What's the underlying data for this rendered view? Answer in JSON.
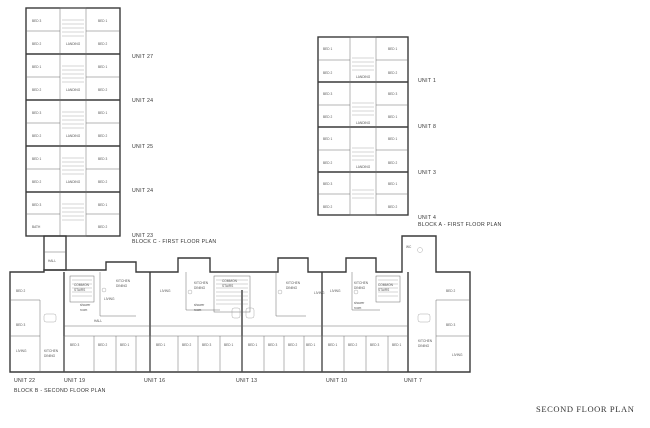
{
  "drawing_title": "SECOND FLOOR PLAN",
  "blocks": {
    "c": {
      "caption": "BLOCK C - FIRST FLOOR PLAN",
      "units": [
        "UNIT 27",
        "UNIT 24",
        "UNIT 25",
        "UNIT 24",
        "UNIT 23"
      ]
    },
    "a": {
      "caption": "BLOCK A - FIRST FLOOR PLAN",
      "units": [
        "UNIT 1",
        "UNIT 8",
        "UNIT 3",
        "UNIT 4"
      ]
    },
    "b": {
      "caption": "BLOCK B - SECOND FLOOR PLAN",
      "units": [
        "UNIT 22",
        "UNIT 19",
        "UNIT 16",
        "UNIT 13",
        "UNIT 10",
        "UNIT 7"
      ]
    }
  },
  "rooms": {
    "bed1": "BED 1",
    "bed2": "BED 2",
    "bed3": "BED 3",
    "bath": "BATH",
    "landing": "LANDING",
    "kitchen": "KITCHEN",
    "living": "LIVING",
    "hall": "HALL",
    "wc": "WC",
    "common_stairs": "COMMON STAIRS",
    "kitchen_dining": "KITCHEN DINING",
    "shower_room": "shower room"
  }
}
